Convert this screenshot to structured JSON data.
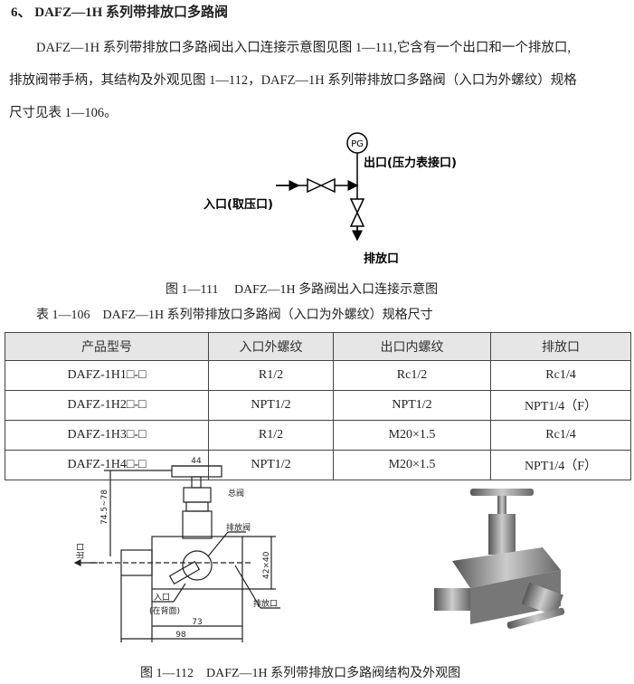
{
  "heading": "6、 DAFZ—1H 系列带排放口多路阀",
  "paragraph": {
    "line1": "DAFZ—1H 系列带排放口多路阀出入口连接示意图见图 1—111,它含有一个出口和一个排放口,",
    "line2": "排放阀带手柄，其结构及外观见图 1—112，DAFZ—1H 系列带排放口多路阀（入口为外螺纹）规格",
    "line3": "尺寸见表 1—106。"
  },
  "diagram1": {
    "pg": "PG",
    "outlet": "出口(压力表接口)",
    "inlet": "入口(取压口)",
    "drain": "排放口",
    "caption": "图 1—111　 DAFZ—1H 多路阀出入口连接示意图"
  },
  "table": {
    "caption": "表 1—106　DAFZ—1H 系列带排放口多路阀（入口为外螺纹）规格尺寸",
    "headers": [
      "产品型号",
      "入口外螺纹",
      "出口内螺纹",
      "排放口"
    ],
    "rows": [
      [
        "DAFZ-1H1□-□",
        "R1/2",
        "Rc1/2",
        "Rc1/4"
      ],
      [
        "DAFZ-1H2□-□",
        "NPT1/2",
        "NPT1/2",
        "NPT1/4（F）"
      ],
      [
        "DAFZ-1H3□-□",
        "R1/2",
        "M20×1.5",
        "Rc1/4"
      ],
      [
        "DAFZ-1H4□-□",
        "NPT1/2",
        "M20×1.5",
        "NPT1/4（F）"
      ]
    ]
  },
  "drawing": {
    "dim_top": "44",
    "main_valve": "总阀",
    "height_dim": "74.5~78",
    "drain_valve": "排放阀",
    "outlet": "出口",
    "side_dim": "42×40",
    "inlet": "入口",
    "inlet_note": "(在背面)",
    "drain_port": "排放口",
    "dim_73": "73",
    "dim_98": "98"
  },
  "figure2_caption": "图 1—112　DAFZ—1H 系列带排放口多路阀结构及外观图"
}
